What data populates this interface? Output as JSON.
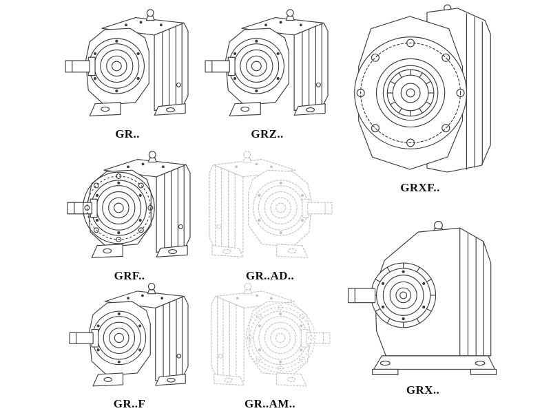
{
  "page": {
    "background": "#ffffff",
    "line_color": "#3f3f3f",
    "ghost_line_color": "#c3c3c3",
    "description": "Catalog sheet of helical gear reducer model variants, technical line drawings"
  },
  "products": [
    {
      "id": "gr",
      "label": "GR..",
      "drawing": "foot-mounted-inline-helical-gearbox",
      "rendering": "solid"
    },
    {
      "id": "grz",
      "label": "GRZ..",
      "drawing": "foot-mounted-inline-helical-gearbox",
      "rendering": "solid"
    },
    {
      "id": "grxf",
      "label": "GRXF..",
      "drawing": "flange-mounted-gearbox-front-view",
      "rendering": "solid"
    },
    {
      "id": "grf",
      "label": "GRF..",
      "drawing": "flange-mounted-inline-helical-gearbox",
      "rendering": "solid"
    },
    {
      "id": "grad",
      "label": "GR..AD..",
      "drawing": "gearbox-with-input-adapter",
      "rendering": "dashed-ghost"
    },
    {
      "id": "grfoot",
      "label": "GR..F",
      "drawing": "foot-mounted-inline-helical-gearbox",
      "rendering": "solid"
    },
    {
      "id": "gram",
      "label": "GR..AM..",
      "drawing": "gearbox-with-input-flange-adapter",
      "rendering": "dashed-ghost"
    },
    {
      "id": "grx",
      "label": "GRX..",
      "drawing": "single-stage-gearbox-side-view",
      "rendering": "solid"
    }
  ]
}
